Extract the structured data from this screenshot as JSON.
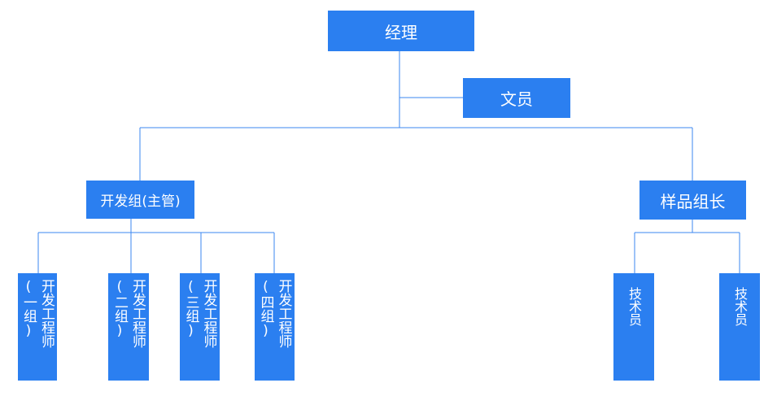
{
  "colors": {
    "box_fill": "#2b7ff0",
    "line": "#3b87f0",
    "text": "#ffffff",
    "background": "#ffffff"
  },
  "org": {
    "manager": "经理",
    "clerk": "文员",
    "dev_lead": "开发组(主管)",
    "sample_lead": "样品组长",
    "dev_engineers": [
      {
        "title": "开发工程师",
        "group": "(一组)"
      },
      {
        "title": "开发工程师",
        "group": "(二组)"
      },
      {
        "title": "开发工程师",
        "group": "(三组)"
      },
      {
        "title": "开发工程师",
        "group": "(四组)"
      }
    ],
    "technicians": [
      {
        "title": "技术员"
      },
      {
        "title": "技术员"
      }
    ]
  }
}
